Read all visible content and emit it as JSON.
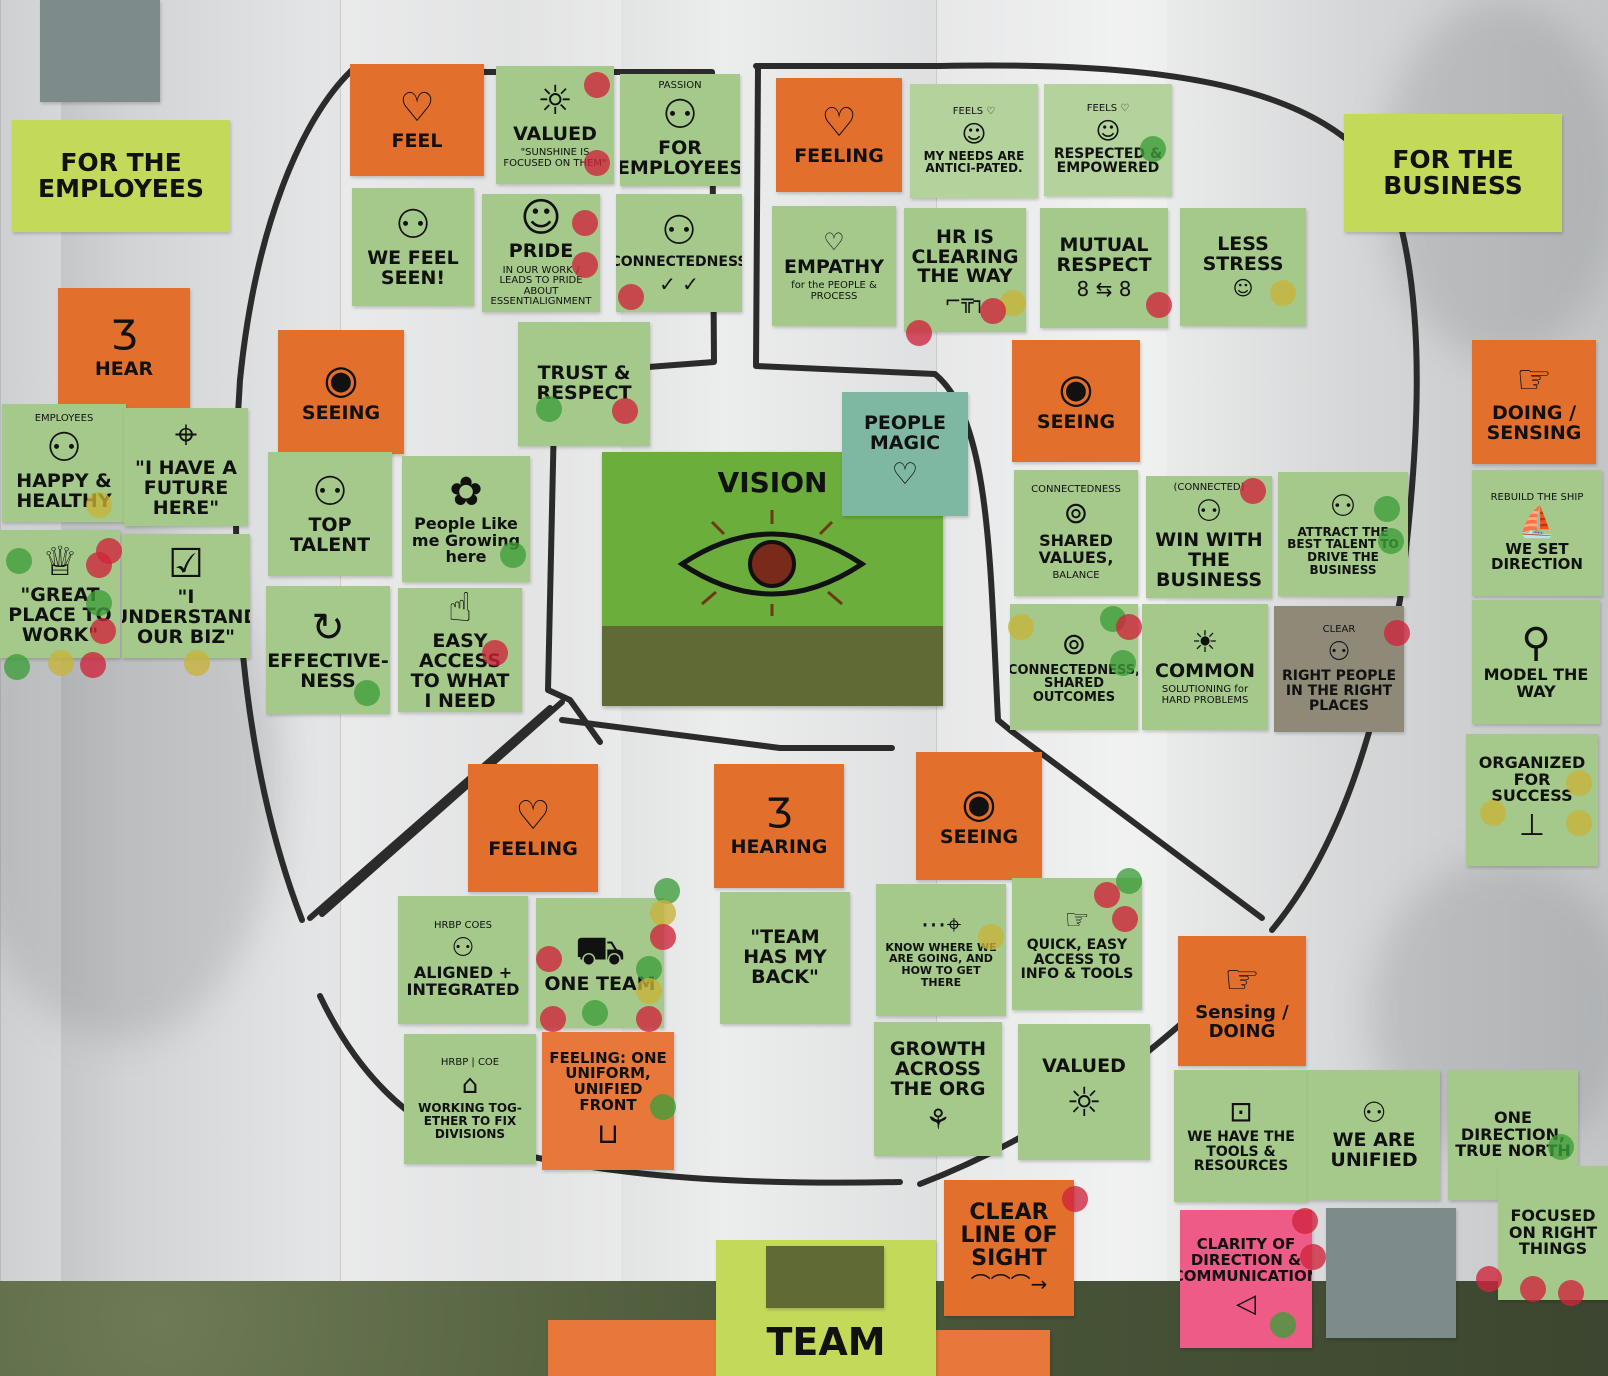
{
  "notes": {
    "for_employees": {
      "text": "FOR THE EMPLOYEES"
    },
    "for_business": {
      "text": "FOR THE BUSINESS"
    },
    "feel": {
      "text": "FEEL",
      "icon": "heart-icon"
    },
    "valued": {
      "text": "VALUED",
      "sub": "\"SUNSHINE IS FOCUSED ON THEM\"",
      "icon": "sun-icon"
    },
    "passion": {
      "top": "PASSION",
      "text": "FOR EMPLOYEES",
      "icon": "people-icon"
    },
    "we_feel_seen": {
      "text": "WE FEEL SEEN!",
      "icon": "people-icon"
    },
    "pride": {
      "text": "PRIDE",
      "sub": "IN OUR WORK / LEADS TO PRIDE ABOUT ESSENTIALIGNMENT",
      "icon": "person-icon"
    },
    "connectedness_top": {
      "text": "CONNECTEDNESS",
      "sym": "✓ ✓",
      "icon": "people-icon"
    },
    "hear": {
      "text": "HEAR",
      "icon": "ear-icon"
    },
    "happy_healthy": {
      "top": "EMPLOYEES",
      "text": "HAPPY & HEALTHY",
      "icon": "people-icon"
    },
    "future_here": {
      "text": "\"I HAVE A FUTURE HERE\"",
      "icon": "telescope-icon"
    },
    "great_place": {
      "text": "\"GREAT PLACE TO WORK\"",
      "icon": "trophy-icon"
    },
    "understand_biz": {
      "text": "\"I understand OUR BIZ\"",
      "icon": "checkbox-icon"
    },
    "seeing_left": {
      "text": "SEEING",
      "icon": "eye-icon"
    },
    "top_talent": {
      "text": "TOP TALENT",
      "icon": "people-icon"
    },
    "people_growing": {
      "text": "People Like me Growing here",
      "icon": "flower-icon"
    },
    "effectiveness": {
      "text": "EFFECTIVE-NESS",
      "icon": "cycle-icon"
    },
    "easy_access": {
      "text": "EASY ACCESS to what I NEED",
      "icon": "pointer-icon"
    },
    "trust_respect": {
      "text": "TRUST & RESPECT"
    },
    "feeling_top": {
      "text": "FEELING",
      "icon": "heart-icon"
    },
    "needs_anticipated": {
      "top": "FEELS ♡",
      "text": "MY NEEDS ARE ANTICI-PATED.",
      "icon": "person-icon"
    },
    "respected_empowered": {
      "top": "FEELS ♡",
      "text": "RESPECTED & EMPOWERED",
      "icon": "person-icon"
    },
    "empathy": {
      "text": "EMPATHY",
      "sub": "for the PEOPLE & PROCESS",
      "icon": "heart-icon"
    },
    "hr_clearing": {
      "text": "HR IS CLEARING THE WAY",
      "icon": "path-icon"
    },
    "mutual_respect": {
      "text": "MUTUAL RESPECT",
      "sym": "8 ⇆ 8"
    },
    "less_stress": {
      "text": "LESS STRESS",
      "sym": "☺"
    },
    "people_magic": {
      "text": "PEOPLE MAGIC",
      "icon": "heart-icon"
    },
    "vision": {
      "text": "VISION",
      "icon": "eye-icon"
    },
    "seeing_right": {
      "text": "SEEING",
      "icon": "eye-icon"
    },
    "shared_values": {
      "top": "CONNECTEDNESS",
      "text": "SHARED VALUES,",
      "sub": "BALANCE",
      "icon": "venn-icon"
    },
    "win_with_business": {
      "top": "(CONNECTED)",
      "text": "WIN WITH the BUSINESS",
      "icon": "people-icon"
    },
    "attract_talent": {
      "text": "ATTRACT the BEST TALENT to DRIVE the BUSINESS",
      "icon": "running-icon"
    },
    "doing_sensing": {
      "text": "DOING / SENSING",
      "icon": "hand-icon"
    },
    "rebuild_ship": {
      "top": "REBUILD THE SHIP",
      "text": "WE SET DIRECTION",
      "icon": "ship-icon"
    },
    "connectedness_outcomes": {
      "text": "CONNECTEDNESS, SHARED OUTCOMES",
      "icon": "venn-icon"
    },
    "common_solutioning": {
      "text": "COMMON",
      "sub": "SOLUTIONING for HARD PROBLEMS",
      "icon": "bulb-icon"
    },
    "right_people": {
      "top": "CLEAR",
      "text": "RIGHT PEOPLE IN THE RIGHT PLACES",
      "icon": "people-icon"
    },
    "model_way": {
      "text": "MODEL THE WAY",
      "icon": "stairs-icon"
    },
    "organized_success": {
      "text": "ORGANIZED FOR SUCCESS",
      "icon": "org-chart-icon"
    },
    "feeling_bottom": {
      "text": "FEELING",
      "icon": "heart-icon"
    },
    "hearing": {
      "text": "HEARING",
      "icon": "ear-icon"
    },
    "seeing_bottom": {
      "text": "SEEING",
      "icon": "eye-icon"
    },
    "aligned_integrated": {
      "top": "HRBP  CoEs",
      "text": "ALIGNED + INTEGRATED",
      "icon": "people-icon"
    },
    "one_team": {
      "text": "ONE TEAM",
      "icon": "truck-icon"
    },
    "team_has_back": {
      "text": "\"TEAM HAS MY BACK\""
    },
    "know_where": {
      "text": "KNOW WHERE WE ARE GOING, AND HOW TO GET THERE",
      "icon": "route-icon"
    },
    "quick_easy_access": {
      "text": "QUICK, EASY ACCESS to INFO & TOOLS",
      "icon": "hand-icon"
    },
    "working_together": {
      "top": "HRBP | CoE",
      "text": "WORKING TOG-ETHER to FIX DIVISIONS",
      "icon": "house-icon"
    },
    "one_uniform": {
      "text": "FEELING: ONE UNIFORM, UNIFIED FRONT",
      "icon": "shirt-icon"
    },
    "growth": {
      "text": "GROWTH ACROSS THE ORG",
      "icon": "sprout-icon"
    },
    "valued_bottom": {
      "text": "VALUED",
      "icon": "sun-icon"
    },
    "sensing_doing": {
      "text": "Sensing / DOING",
      "icon": "hand-icon"
    },
    "tools_resources": {
      "text": "WE HAVE THE TOOLS & RESOURCES",
      "icon": "toolbox-icon"
    },
    "we_are_unified": {
      "text": "WE ARE UNIFIED",
      "icon": "people-icon"
    },
    "one_direction": {
      "text": "ONE DIRECTION, TRUE NORTH"
    },
    "focused": {
      "text": "FOCUSED ON RIGHT THINGS"
    },
    "clear_line_sight": {
      "text": "CLEAR LINE OF SIGHT",
      "sym": "⌒⌒⌒→"
    },
    "clarity_direction": {
      "text": "CLARITY OF DIRECTION & COMMUNICATION",
      "icon": "megaphone-icon"
    },
    "team": {
      "text": "TEAM"
    }
  },
  "colors": {
    "green_note": "#a4c98a",
    "lime_note": "#c3d95a",
    "orange_note": "#e36f2c",
    "pink_note": "#ee5b86",
    "teal_note": "#7fb8a2",
    "vision_note": "#6cae3c",
    "red_dot": "#d0243c",
    "green_dot": "#3e9e3a",
    "yellow_dot": "#c8b43a"
  }
}
